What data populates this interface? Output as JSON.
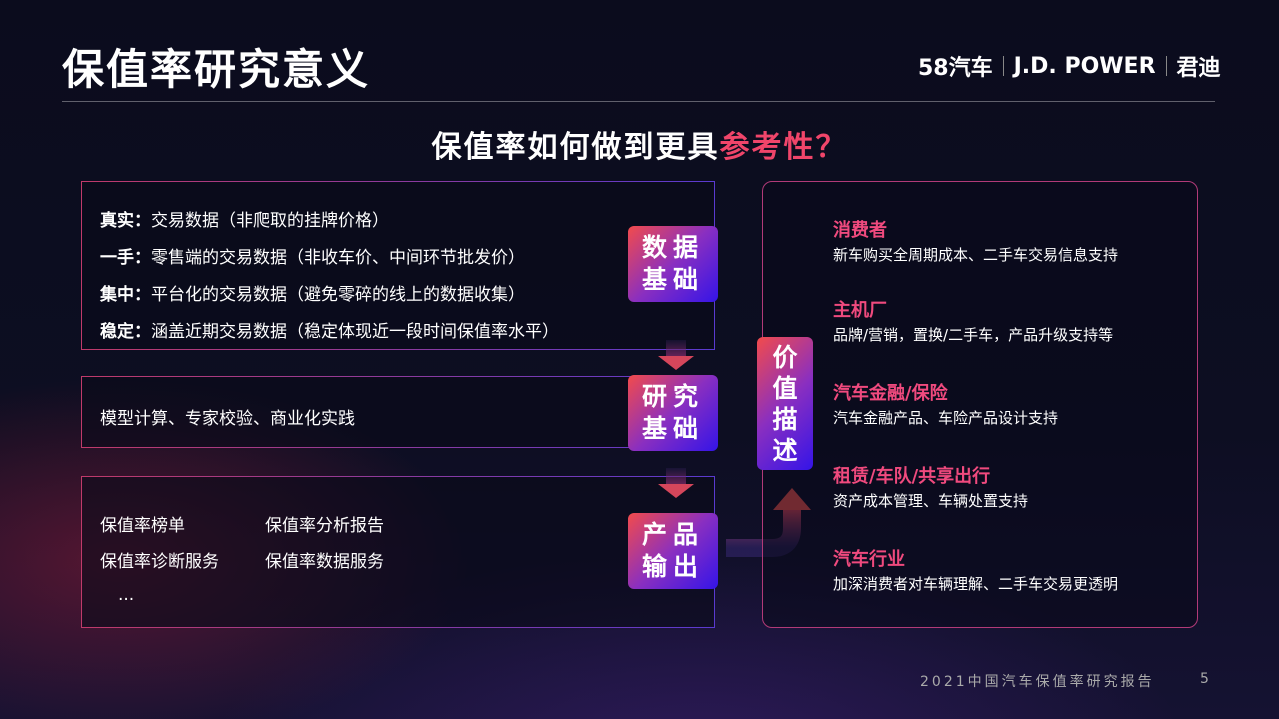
{
  "title": "保值率研究意义",
  "logo": {
    "brand1": "58汽车",
    "brand2": "J.D. POWER",
    "brand3": "君迪"
  },
  "subtitle": {
    "main": "保值率如何做到更具",
    "highlight": "参考性？"
  },
  "data_box": {
    "badge": [
      "数据",
      "基础"
    ],
    "rows": [
      {
        "label": "真实：",
        "text": "交易数据（非爬取的挂牌价格）"
      },
      {
        "label": "一手：",
        "text": "零售端的交易数据（非收车价、中间环节批发价）"
      },
      {
        "label": "集中：",
        "text": "平台化的交易数据（避免零碎的线上的数据收集）"
      },
      {
        "label": "稳定：",
        "text": "涵盖近期交易数据（稳定体现近一段时间保值率水平）"
      }
    ]
  },
  "research_box": {
    "badge": [
      "研究",
      "基础"
    ],
    "text": "模型计算、专家校验、商业化实践"
  },
  "product_box": {
    "badge": [
      "产品",
      "输出"
    ],
    "items": [
      "保值率榜单",
      "保值率分析报告",
      "保值率诊断服务",
      "保值率数据服务",
      "..."
    ]
  },
  "value_badge": [
    "价",
    "值",
    "描",
    "述"
  ],
  "value_items": [
    {
      "title": "消费者",
      "desc": "新车购买全周期成本、二手车交易信息支持"
    },
    {
      "title": "主机厂",
      "desc": "品牌/营销，置换/二手车，产品升级支持等"
    },
    {
      "title": "汽车金融/保险",
      "desc": "汽车金融产品、车险产品设计支持"
    },
    {
      "title": "租赁/车队/共享出行",
      "desc": "资产成本管理、车辆处置支持"
    },
    {
      "title": "汽车行业",
      "desc": "加深消费者对车辆理解、二手车交易更透明"
    }
  ],
  "footer": {
    "text": "2021中国汽车保值率研究报告",
    "page": "5"
  },
  "colors": {
    "accent": "#f0456a",
    "badge_start": "#f24b4b",
    "badge_end": "#3414e8"
  }
}
